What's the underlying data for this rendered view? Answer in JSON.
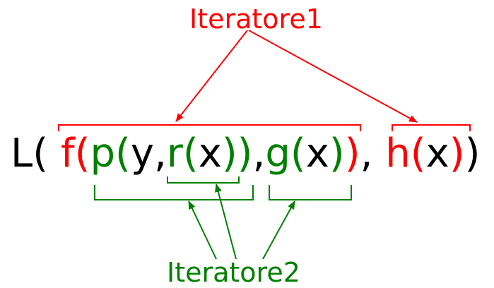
{
  "labels": {
    "iterator1": "Iteratore1",
    "iterator2": "Iteratore2"
  },
  "expression": [
    {
      "text": "L(",
      "color": "black"
    },
    {
      "text": " ",
      "color": "black"
    },
    {
      "text": "f",
      "color": "red"
    },
    {
      "text": "(",
      "color": "red"
    },
    {
      "text": "p",
      "color": "green"
    },
    {
      "text": "(",
      "color": "green"
    },
    {
      "text": "y,",
      "color": "black"
    },
    {
      "text": "r",
      "color": "green"
    },
    {
      "text": "(",
      "color": "green"
    },
    {
      "text": "x",
      "color": "black"
    },
    {
      "text": "))",
      "color": "green"
    },
    {
      "text": ",",
      "color": "black"
    },
    {
      "text": "g",
      "color": "green"
    },
    {
      "text": "(",
      "color": "green"
    },
    {
      "text": "x",
      "color": "black"
    },
    {
      "text": ")",
      "color": "green"
    },
    {
      "text": ")",
      "color": "red"
    },
    {
      "text": ", ",
      "color": "black"
    },
    {
      "text": "h",
      "color": "red"
    },
    {
      "text": "(",
      "color": "red"
    },
    {
      "text": "x",
      "color": "black"
    },
    {
      "text": ")",
      "color": "red"
    },
    {
      "text": ")",
      "color": "black"
    }
  ],
  "colors": {
    "iterator1": "#ff0000",
    "iterator2": "#008000",
    "text": "#000000"
  }
}
